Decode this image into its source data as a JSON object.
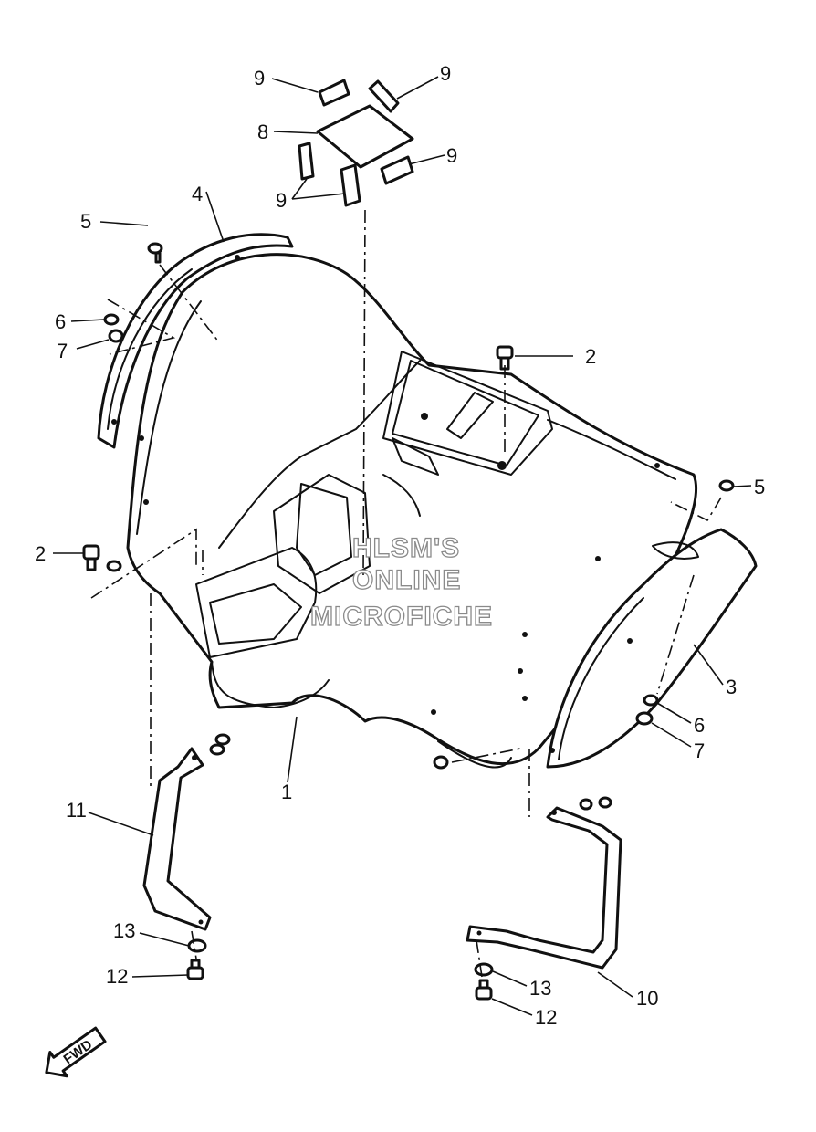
{
  "callouts": [
    {
      "id": "c9a",
      "label": "9"
    },
    {
      "id": "c9b",
      "label": "9"
    },
    {
      "id": "c8",
      "label": "8"
    },
    {
      "id": "c9c",
      "label": "9"
    },
    {
      "id": "c9d",
      "label": "9"
    },
    {
      "id": "c4",
      "label": "4"
    },
    {
      "id": "c5a",
      "label": "5"
    },
    {
      "id": "c6a",
      "label": "6"
    },
    {
      "id": "c7a",
      "label": "7"
    },
    {
      "id": "c2a",
      "label": "2"
    },
    {
      "id": "c2b",
      "label": "2"
    },
    {
      "id": "c5b",
      "label": "5"
    },
    {
      "id": "c3",
      "label": "3"
    },
    {
      "id": "c6b",
      "label": "6"
    },
    {
      "id": "c7b",
      "label": "7"
    },
    {
      "id": "c1",
      "label": "1"
    },
    {
      "id": "c11",
      "label": "11"
    },
    {
      "id": "c10",
      "label": "10"
    },
    {
      "id": "c13a",
      "label": "13"
    },
    {
      "id": "c12a",
      "label": "12"
    },
    {
      "id": "c13b",
      "label": "13"
    },
    {
      "id": "c12b",
      "label": "12"
    }
  ],
  "watermark": {
    "line1": "HLSM'S",
    "line2": "ONLINE",
    "line3": "MICROFICHE"
  },
  "direction_badge": {
    "label": "FWD"
  }
}
